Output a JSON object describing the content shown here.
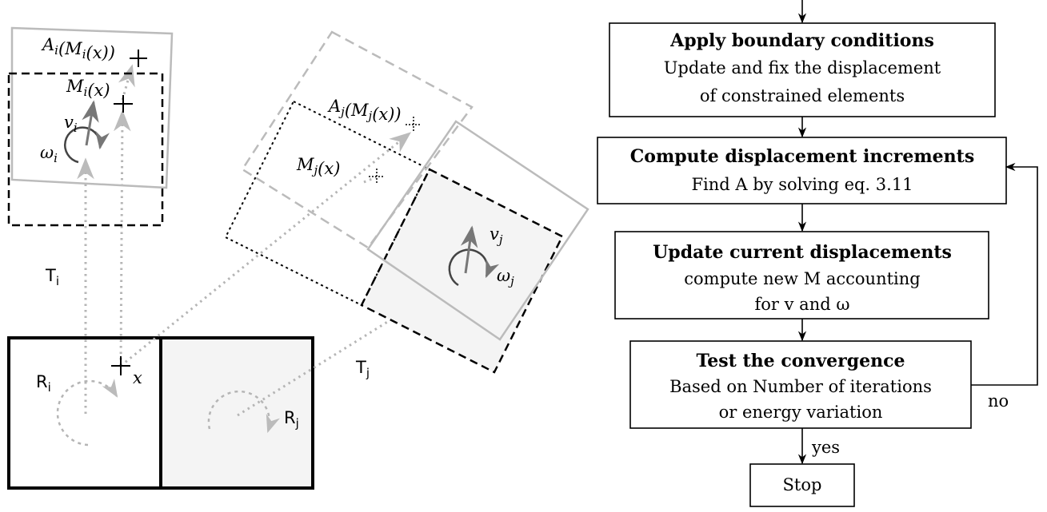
{
  "colors": {
    "ink": "#000000",
    "light_gray": "#bbbbbb",
    "mid_gray": "#777777",
    "dotted_gray": "#b5b5b5",
    "fill_gray": "#f4f4f4"
  },
  "left_diagram": {
    "label_Ai": "A_i(M_i(x))",
    "label_Mi": "M_i(x)",
    "label_vi": "v_i",
    "label_wi": "ω_i",
    "label_Ti": "T_i",
    "label_Ri": "R_i",
    "label_x": "x",
    "label_Aj": "A_j(M_j(x))",
    "label_Mj": "M_j(x)",
    "label_vj": "v_j",
    "label_wj": "ω_j",
    "label_Tj": "T_j",
    "label_Rj": "R_j"
  },
  "flowchart": {
    "boundary": {
      "title": "Apply boundary conditions",
      "line1": "Update and fix the displacement",
      "line2": "of constrained elements"
    },
    "increments": {
      "title": "Compute displacement increments",
      "line1": "Find A by solving eq. 3.11"
    },
    "update": {
      "title": "Update current displacements",
      "line1": "compute new M accounting",
      "line2": "for v and ω"
    },
    "test": {
      "title": "Test the convergence",
      "line1": "Based on Number of iterations",
      "line2": "or energy variation"
    },
    "stop": {
      "label": "Stop"
    },
    "edge_yes": "yes",
    "edge_no": "no"
  }
}
